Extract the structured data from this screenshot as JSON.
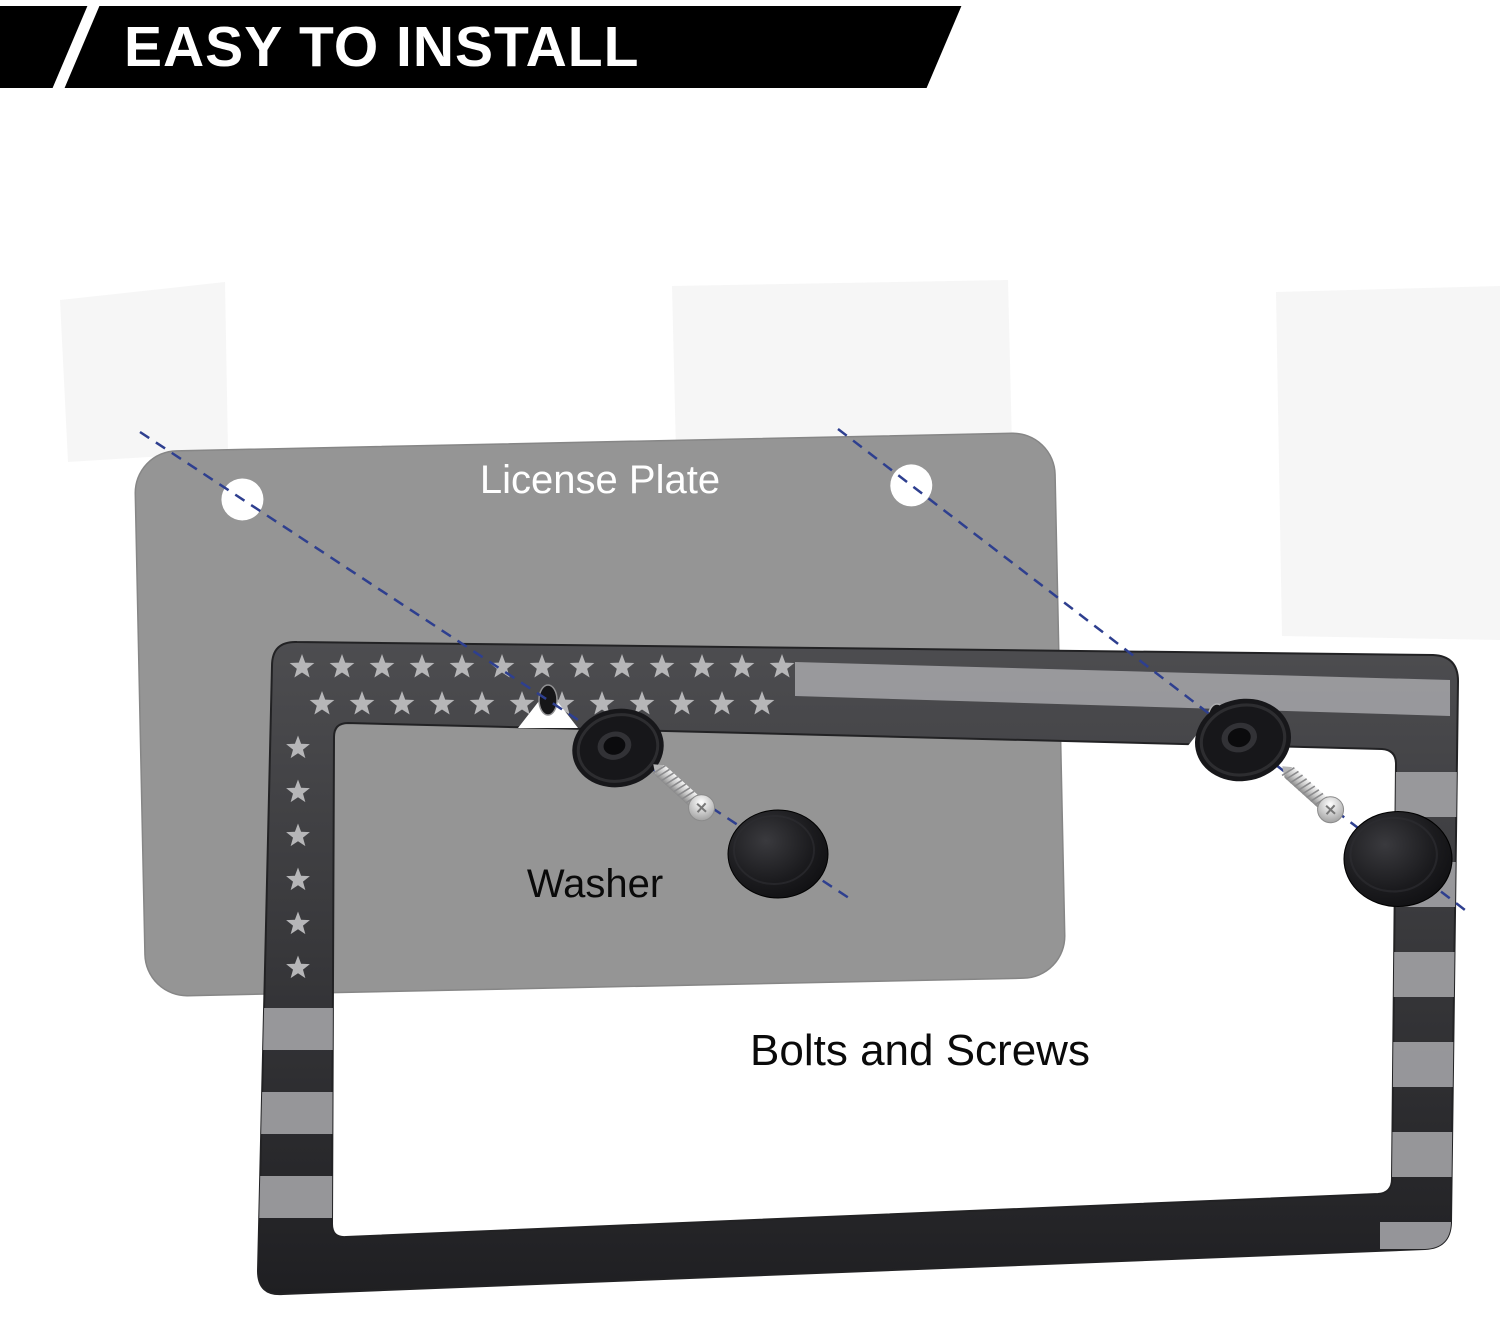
{
  "banner": {
    "title": "EASY TO INSTALL"
  },
  "labels": {
    "license_plate": "License Plate",
    "washer": "Washer",
    "bolts_and_screws": "Bolts and Screws"
  },
  "colors": {
    "banner_bg": "#000000",
    "banner_text": "#ffffff",
    "plate": "#959595",
    "plate_hole": "#ffffff",
    "frame_dark": "#3a3a3d",
    "stripe_light": "#a0a0a3",
    "star_gray": "#b6b6b8",
    "dash_line": "#2e3f8f",
    "hardware_black": "#131316",
    "screw_metal": "#d6d6d6",
    "background": "#ffffff"
  }
}
